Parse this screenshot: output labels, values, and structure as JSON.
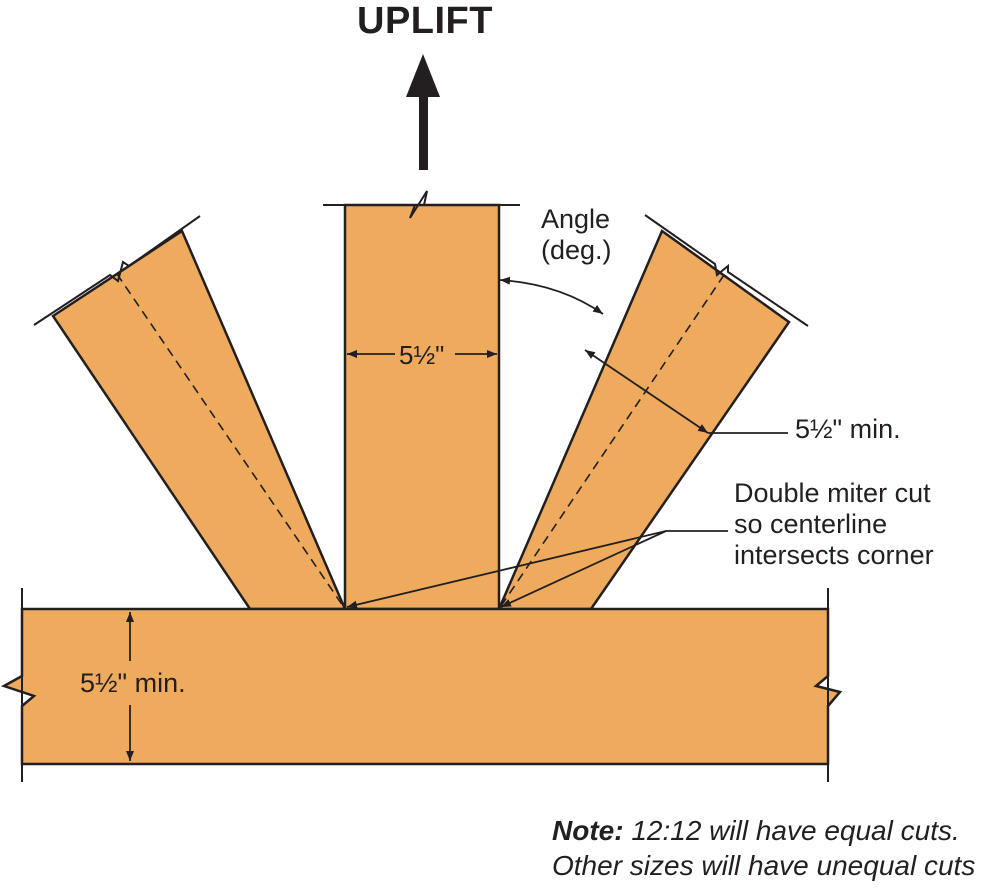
{
  "diagram": {
    "title": "UPLIFT",
    "angle_label_line1": "Angle",
    "angle_label_line2": "(deg.)",
    "post_width_label": "5½\"",
    "brace_width_label": "5½\" min.",
    "beam_depth_label": "5½\" min.",
    "miter_line1": "Double miter cut",
    "miter_line2": "so centerline",
    "miter_line3": "intersects corner",
    "note_prefix": "Note:",
    "note_line1": " 12:12 will have equal cuts.",
    "note_line2": "Other sizes will have unequal cuts"
  },
  "colors": {
    "wood": "#eeaa5d",
    "line": "#231f20",
    "background": "#ffffff"
  }
}
